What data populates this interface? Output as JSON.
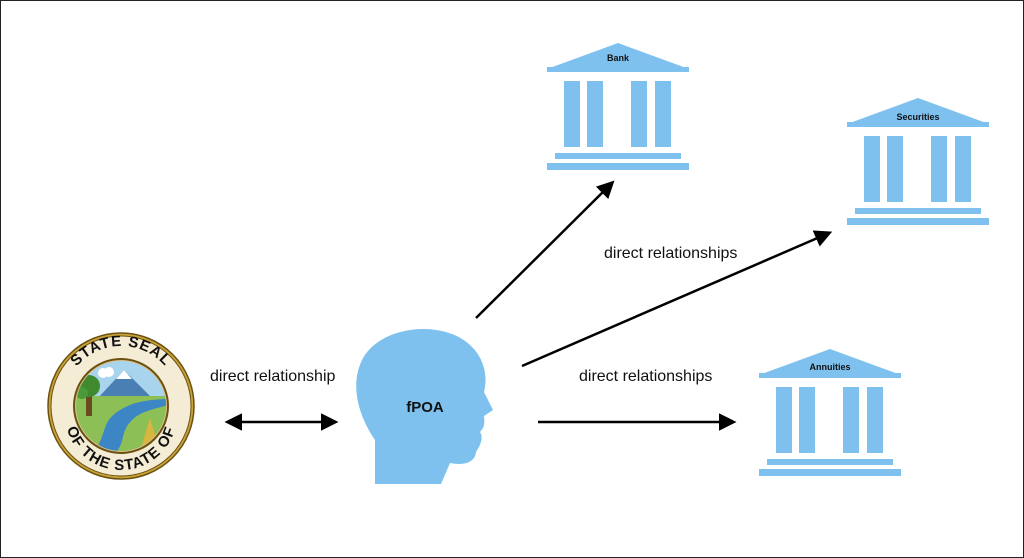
{
  "seal": {
    "top_text": "STATE SEAL",
    "bottom_text": "OF THE STATE OF"
  },
  "person": {
    "label": "fPOA"
  },
  "institutions": [
    {
      "label": "Bank"
    },
    {
      "label": "Securities"
    },
    {
      "label": "Annuities"
    }
  ],
  "edges": {
    "seal_to_person": "direct relationship",
    "person_to_bank_securities": "direct relationships",
    "person_to_annuities": "direct relationships"
  },
  "colors": {
    "shape_fill": "#7ec1ee",
    "arrow": "#000000",
    "border": "#222222"
  }
}
